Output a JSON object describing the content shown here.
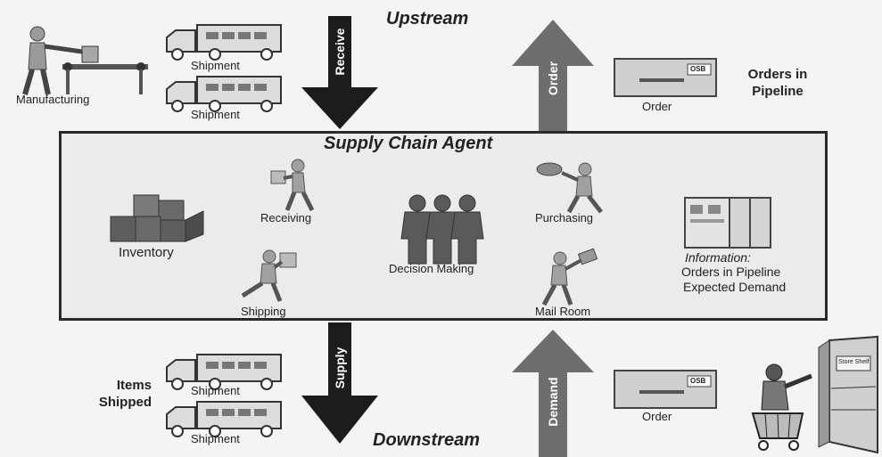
{
  "headings": {
    "upstream": "Upstream",
    "downstream": "Downstream",
    "agent_title": "Supply Chain Agent"
  },
  "arrows": {
    "receive": "Receive",
    "order": "Order",
    "supply": "Supply",
    "demand": "Demand"
  },
  "top_left": {
    "manufacturing": "Manufacturing",
    "shipment_1": "Shipment",
    "shipment_2": "Shipment"
  },
  "top_right": {
    "order_label": "Order",
    "orders_in_pipeline": "Orders in Pipeline",
    "envelope_stamp": "OSB"
  },
  "agent": {
    "inventory": "Inventory",
    "receiving": "Receiving",
    "shipping": "Shipping",
    "decision_making": "Decision Making",
    "purchasing": "Purchasing",
    "mail_room": "Mail Room",
    "information_title": "Information:",
    "information_line1": "Orders in Pipeline",
    "information_line2": "Expected Demand"
  },
  "bottom_left": {
    "items_shipped": "Items Shipped",
    "shipment_1": "Shipment",
    "shipment_2": "Shipment"
  },
  "bottom_right": {
    "order_label": "Order",
    "envelope_stamp": "OSB",
    "store_sign": "Store Shelf"
  },
  "colors": {
    "dark_arrow": "#1c1c1c",
    "grey_arrow": "#6e6e6e",
    "figure": "#8c8c8c",
    "box_border": "#2a2a2a"
  }
}
